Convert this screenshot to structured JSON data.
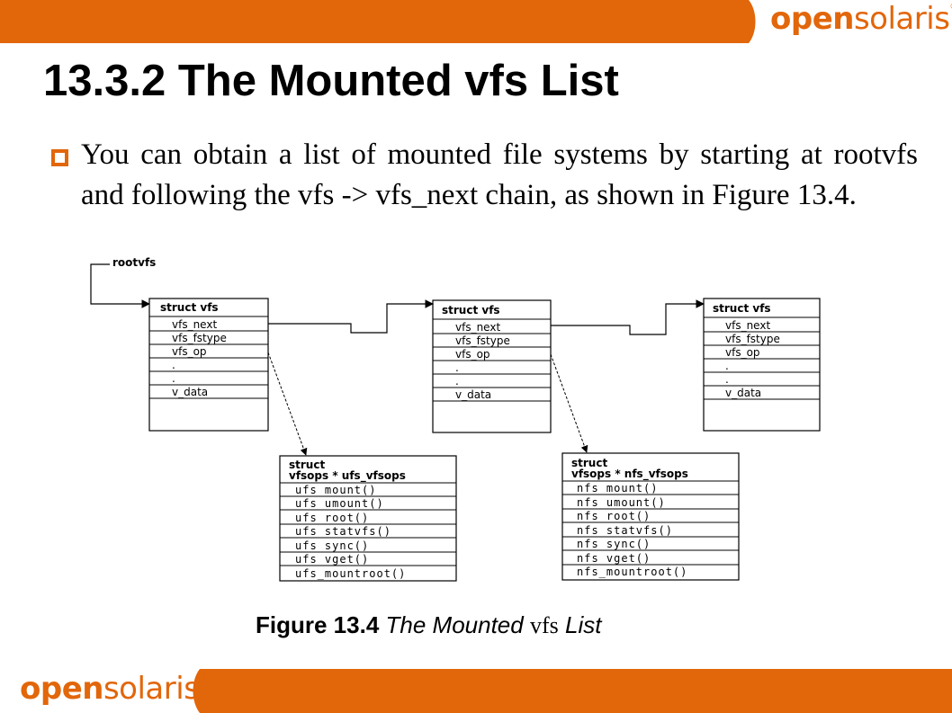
{
  "brand": {
    "name_part1": "open",
    "name_part2": "solaris",
    "tm": "®"
  },
  "colors": {
    "accent": "#e2660a",
    "text": "#000000",
    "background": "#ffffff"
  },
  "title": "13.3.2 The Mounted vfs List",
  "bullet": {
    "icon": "square-bullet-icon",
    "text": "You can obtain a list of mounted file systems by starting at rootvfs and following the vfs -> vfs_next chain, as shown in Figure 13.4."
  },
  "diagram": {
    "root_label": "rootvfs",
    "vfs_structs": [
      {
        "header": "struct vfs",
        "fields": [
          "vfs_next",
          "vfs_fstype",
          "vfs_op",
          ".",
          ".",
          "v_data"
        ]
      },
      {
        "header": "struct vfs",
        "fields": [
          "vfs_next",
          "vfs_fstype",
          "vfs_op",
          ".",
          ".",
          "v_data"
        ]
      },
      {
        "header": "struct vfs",
        "fields": [
          "vfs_next",
          "vfs_fstype",
          "vfs_op",
          ".",
          ".",
          "v_data"
        ]
      }
    ],
    "ops_structs": [
      {
        "header_line1": "struct",
        "header_line2": "vfsops * ufs_vfsops",
        "ops": [
          "ufs_mount()",
          "ufs_umount()",
          "ufs_root()",
          "ufs_statvfs()",
          "ufs_sync()",
          "ufs_vget()",
          "ufs_mountroot()"
        ]
      },
      {
        "header_line1": "struct",
        "header_line2": "vfsops * nfs_vfsops",
        "ops": [
          "nfs_mount()",
          "nfs_umount()",
          "nfs_root()",
          "nfs_statvfs()",
          "nfs_sync()",
          "nfs_vget()",
          "nfs_mountroot()"
        ]
      }
    ]
  },
  "caption": {
    "label": "Figure 13.4",
    "text_a": "The Mounted",
    "text_b": "vfs",
    "text_c": "List"
  }
}
